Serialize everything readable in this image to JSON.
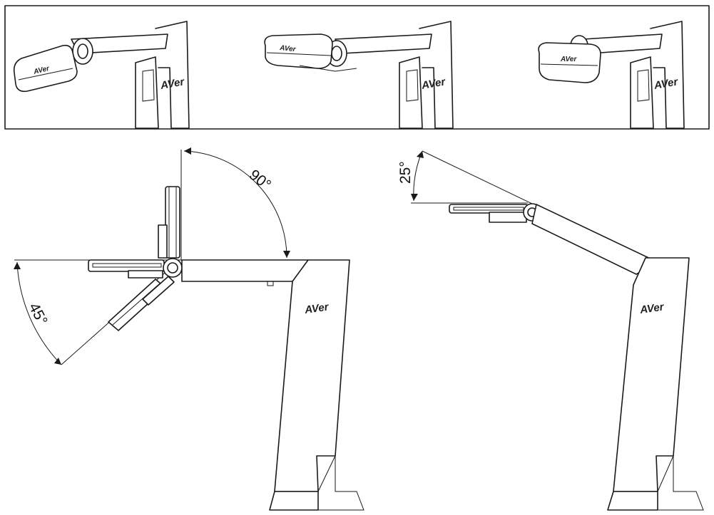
{
  "brand": {
    "logo_text": "AVer"
  },
  "angles": {
    "tilt_up": "90°",
    "tilt_down": "45°",
    "arm_tilt": "25°"
  },
  "colors": {
    "line": "#1a1a1a",
    "background": "#ffffff"
  }
}
